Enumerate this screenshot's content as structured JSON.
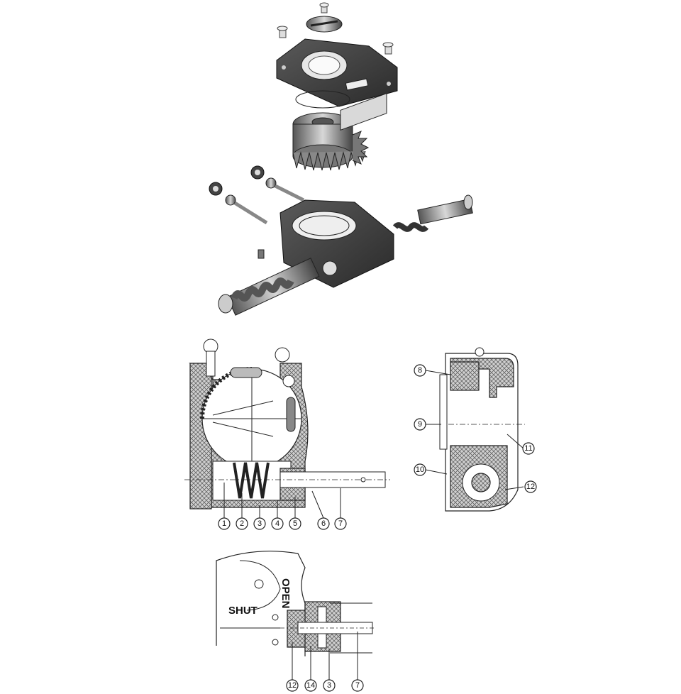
{
  "labels": {
    "open": "OPEN",
    "shut": "SHUT"
  },
  "callouts": {
    "front_section": [
      "1",
      "2",
      "3",
      "4",
      "5",
      "6",
      "7"
    ],
    "side_section": [
      "8",
      "9",
      "10",
      "11",
      "12"
    ],
    "detail_section": [
      "12",
      "14",
      "3",
      "7"
    ]
  },
  "colors": {
    "metal_dark": "#3a3a3a",
    "metal_mid": "#6a6a6a",
    "metal_light": "#bdbdbd",
    "line": "#222222"
  }
}
